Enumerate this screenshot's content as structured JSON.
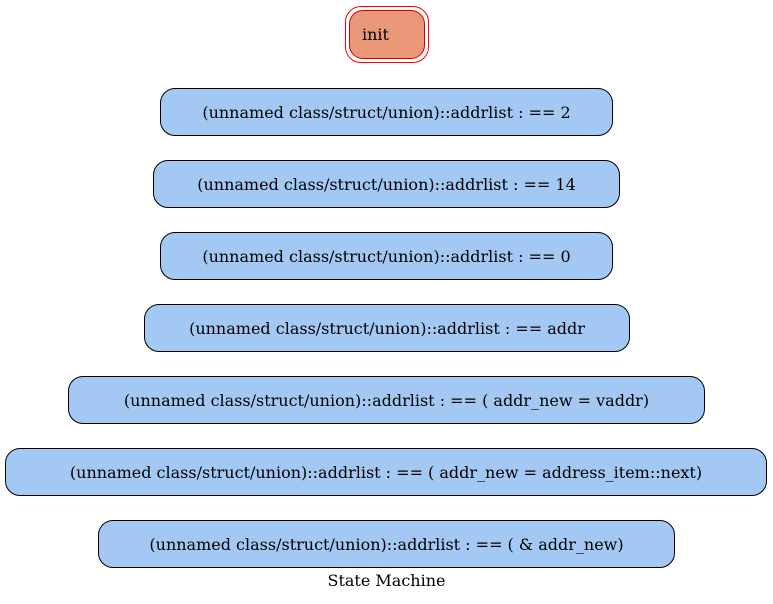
{
  "diagram": {
    "init_label": "init",
    "states": [
      "(unnamed class/struct/union)::addrlist : == 2",
      "(unnamed class/struct/union)::addrlist : == 14",
      "(unnamed class/struct/union)::addrlist : == 0",
      "(unnamed class/struct/union)::addrlist : == addr",
      "(unnamed class/struct/union)::addrlist : == ( addr_new = vaddr)",
      "(unnamed class/struct/union)::addrlist : == ( addr_new = address_item::next)",
      "(unnamed class/struct/union)::addrlist : == ( & addr_new)"
    ],
    "caption": "State Machine",
    "colors": {
      "init_fill": "#eb987a",
      "init_border": "#ff0000",
      "state_fill": "#a3c8f3",
      "state_border": "#000000"
    }
  }
}
